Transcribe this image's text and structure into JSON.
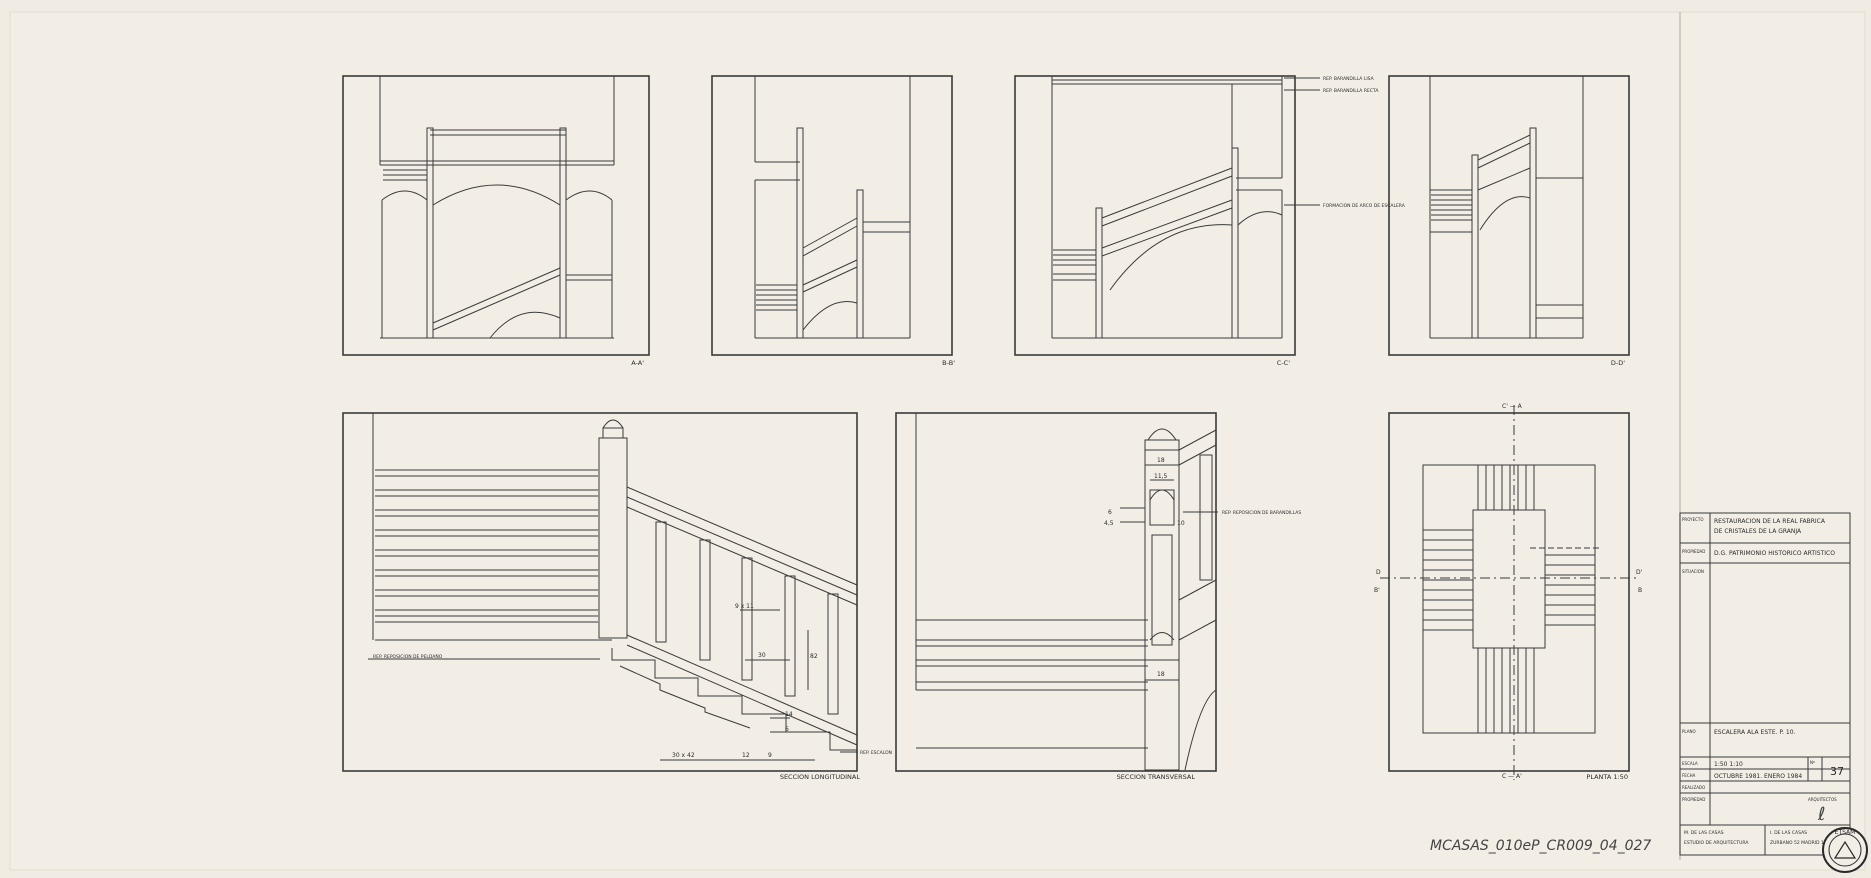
{
  "drawings": {
    "aa": "A-A'",
    "bb": "B-B'",
    "cc": "C-C'",
    "dd": "D-D'",
    "longitudinal": "SECCION LONGITUDINAL",
    "transversal": "SECCION TRANSVERSAL",
    "plan": "PLANTA 1:50"
  },
  "annotations": {
    "baranda_alta": "REP. BARANDILLA LISA",
    "baranda_baja": "REP. BARANDILLA RECTA",
    "formacion_arco": "FORMACION DE ARCO DE ESCALERA",
    "rep_barandillas": "REP. REPOSICION DE BARANDILLAS",
    "rep_peldano": "REP. REPOSICION DE PELDAÑO",
    "escalon": "REP. ESCALON"
  },
  "dimensions": {
    "d1": "9 x 11",
    "d2": "30",
    "d3": "82",
    "d4": "14",
    "d5": "6",
    "d6": "30 x 42",
    "d7": "12",
    "d8": "9",
    "t1": "18",
    "t2": "11,5",
    "t3": "6",
    "t4": "4,5",
    "t5": "10",
    "t6": "18"
  },
  "plan_marks": {
    "c_top": "C' — A",
    "c_bottom": "C — A'",
    "d_left": "D",
    "b_left": "B'",
    "d_right": "D'",
    "b_right": "B"
  },
  "title_block": {
    "proyecto_label": "PROYECTO",
    "proyecto_line1": "RESTAURACION DE LA REAL FABRICA",
    "proyecto_line2": "DE CRISTALES DE LA GRANJA",
    "propiedad_label": "PROPIEDAD",
    "propiedad_value": "D.G. PATRIMONIO HISTORICO ARTISTICO",
    "situacion_label": "SITUACION",
    "plano_label": "PLANO",
    "plano_value": "ESCALERA ALA ESTE. P. 10.",
    "escala_label": "ESCALA",
    "escala_value": "1:50   1:10",
    "numero_label": "Nº",
    "numero_value": "37",
    "fecha_label": "FECHA",
    "fecha_value": "OCTUBRE 1981. ENERO 1984",
    "realizado_label": "REALIZADO",
    "propiedad2_label": "PROPIEDAD",
    "arquitectos_label": "ARQUITECTOS",
    "firma": "ℓ",
    "arq1": "M. DE LAS CASAS",
    "arq2": "I. DE LAS CASAS",
    "estudio": "ESTUDIO DE ARQUITECTURA",
    "direccion": "ZURBANO 52   MADRID 10"
  },
  "archive": {
    "code": "MCASAS_010eP_CR009_04_027",
    "stamp_text": "ETSAM"
  }
}
